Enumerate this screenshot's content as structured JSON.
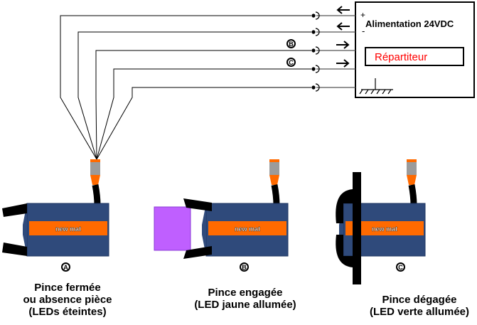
{
  "power_supply": {
    "title": "Alimentation 24VDC",
    "plus": "+",
    "minus": "-",
    "distributor": "Répartiteur",
    "distributor_color": "#ff0000"
  },
  "wires": [
    {
      "label": "",
      "direction": "out",
      "meaning": "+24V"
    },
    {
      "label": "",
      "direction": "out",
      "meaning": "0V"
    },
    {
      "label": "B",
      "direction": "in"
    },
    {
      "label": "C",
      "direction": "in"
    },
    {
      "label": "",
      "direction": "none",
      "meaning": "ground"
    }
  ],
  "sensor_brand": "new mat",
  "colors": {
    "body": "#2f4a7b",
    "band": "#ff6a00",
    "connector_grey": "#9b9b9b",
    "cable": "#000000",
    "workpiece": "#bf5fff"
  },
  "states": [
    {
      "marker": "A",
      "lines": [
        "Pince fermée",
        "ou absence pièce",
        "(LEDs éteintes)"
      ]
    },
    {
      "marker": "B",
      "lines": [
        "Pince engagée",
        "(LED jaune allumée)"
      ]
    },
    {
      "marker": "C",
      "lines": [
        "Pince dégagée",
        "(LED verte allumée)"
      ]
    }
  ]
}
